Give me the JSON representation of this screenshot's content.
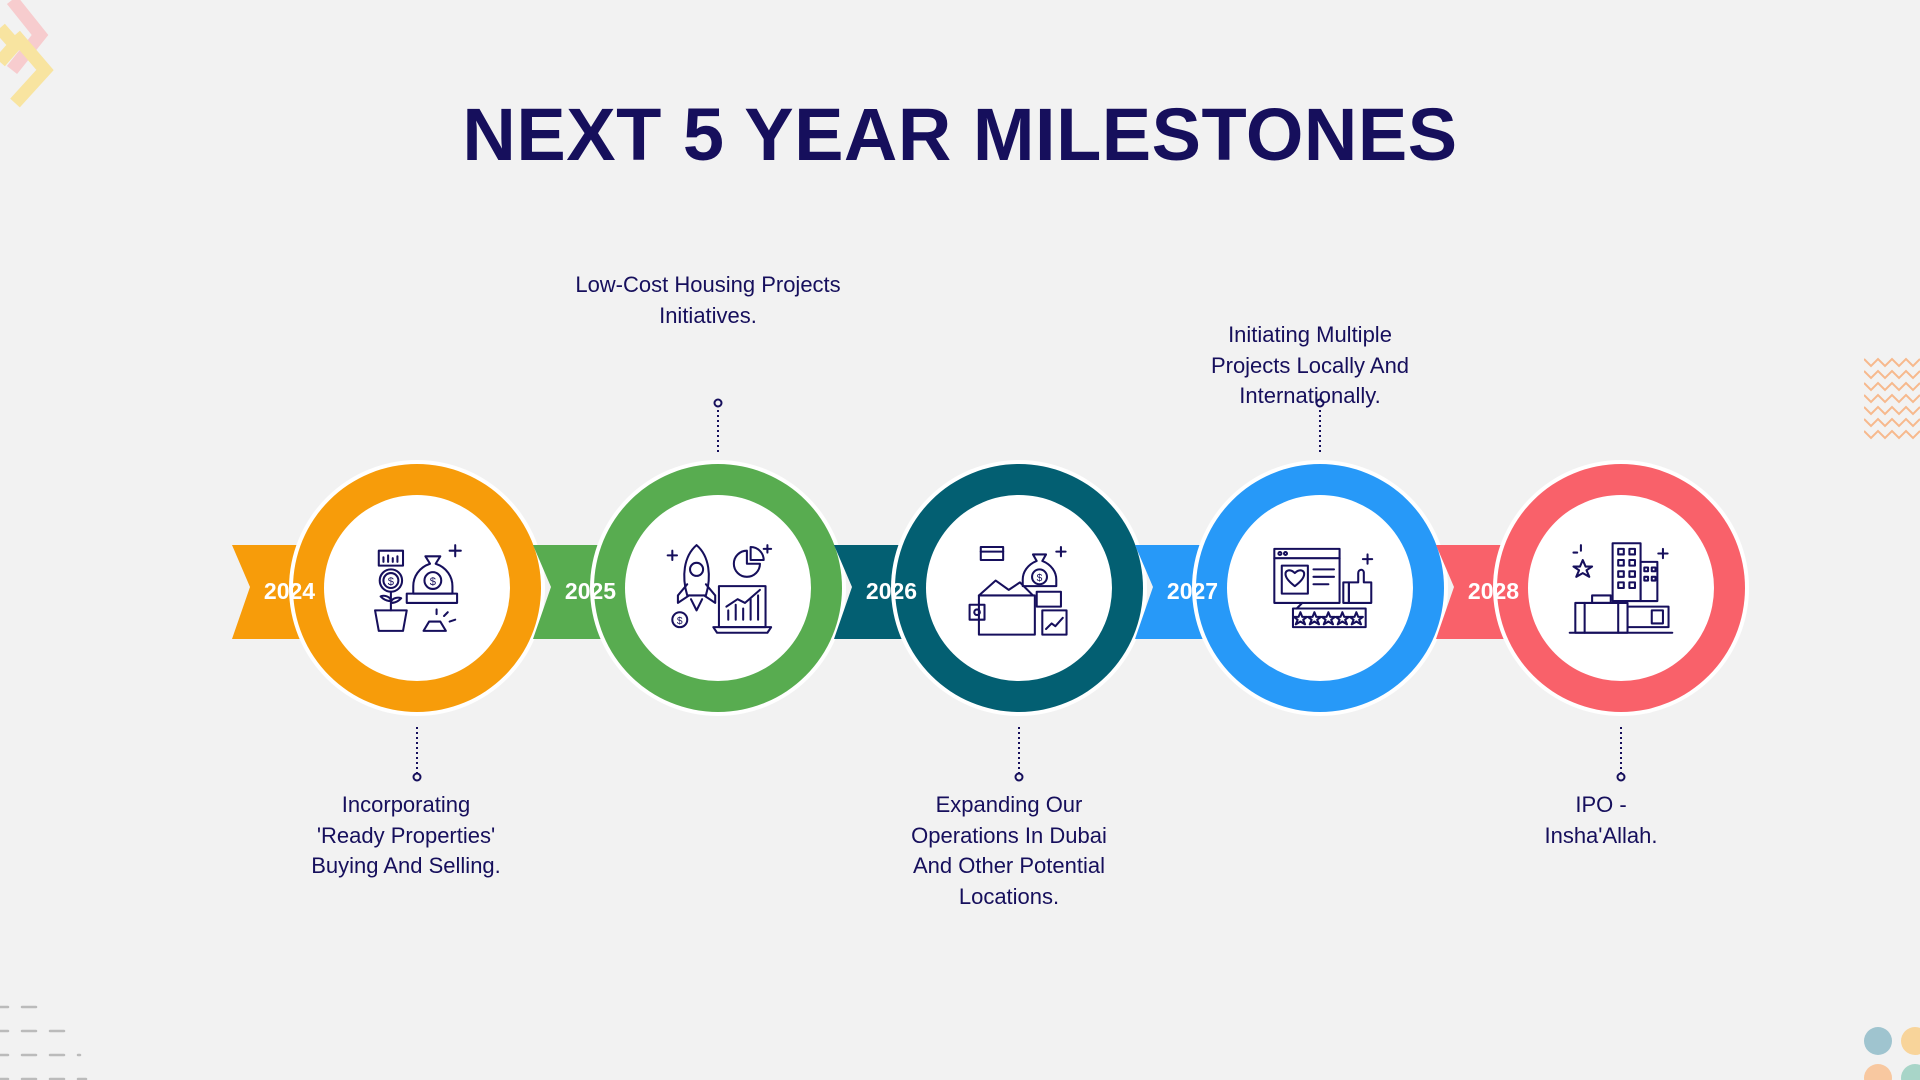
{
  "title": "NEXT 5 YEAR MILESTONES",
  "milestones": [
    {
      "year": "2024",
      "color": "#f79c0a",
      "icon": "investment-growth-icon",
      "description": "Incorporating 'Ready Properties' Buying And Selling.",
      "position": "below"
    },
    {
      "year": "2025",
      "color": "#58ac50",
      "icon": "startup-rocket-icon",
      "description": "Low-Cost Housing Projects Initiatives.",
      "position": "above"
    },
    {
      "year": "2026",
      "color": "#035f72",
      "icon": "wallet-expansion-icon",
      "description": "Expanding Our Operations In Dubai And Other Potential Locations.",
      "position": "below"
    },
    {
      "year": "2027",
      "color": "#2799f8",
      "icon": "online-reviews-icon",
      "description": "Initiating Multiple Projects Locally And Internationally.",
      "position": "above"
    },
    {
      "year": "2028",
      "color": "#f9616a",
      "icon": "city-buildings-icon",
      "description": "IPO - Insha'Allah.",
      "position": "below"
    }
  ],
  "decor_colors": {
    "zigzag": "#f7b98d",
    "chevron_yellow": "#f8e4a0",
    "chevron_pink": "#f8c6c8",
    "dots": [
      "#9fc4cf",
      "#f8d49a",
      "#f8c8a0",
      "#a8d5c8"
    ],
    "dashes": "#bbbbbb",
    "line": "#160f5c"
  }
}
